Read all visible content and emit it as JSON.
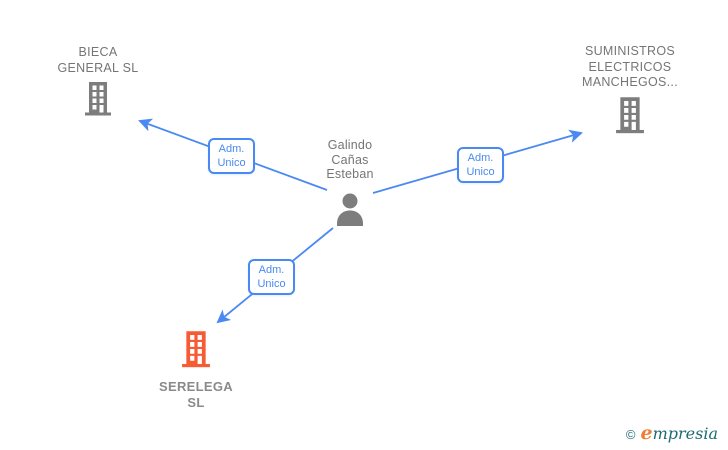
{
  "person": {
    "name_lines": [
      "Galindo",
      "Cañas",
      "Esteban"
    ]
  },
  "companies": {
    "bieca": {
      "name_lines": [
        "BIECA",
        "GENERAL  SL"
      ]
    },
    "suministros": {
      "name_lines": [
        "SUMINISTROS",
        "ELECTRICOS",
        "MANCHEGOS..."
      ]
    },
    "serelega": {
      "name_lines": [
        "SERELEGA",
        "SL"
      ]
    }
  },
  "edges": [
    {
      "label": "Adm. Unico",
      "from": "person",
      "to": "bieca"
    },
    {
      "label": "Adm. Unico",
      "from": "person",
      "to": "suministros"
    },
    {
      "label": "Adm. Unico",
      "from": "person",
      "to": "serelega"
    }
  ],
  "footer": {
    "copyright": "©",
    "brand_first_letter": "e",
    "brand_rest": "mpresia"
  },
  "colors": {
    "edge_blue": "#4a89f3",
    "node_gray": "#7d7d7d",
    "text_gray": "#757575",
    "highlight_orange": "#f75b34",
    "logo_orange": "#ef7d35",
    "logo_teal": "#1d6a75"
  }
}
